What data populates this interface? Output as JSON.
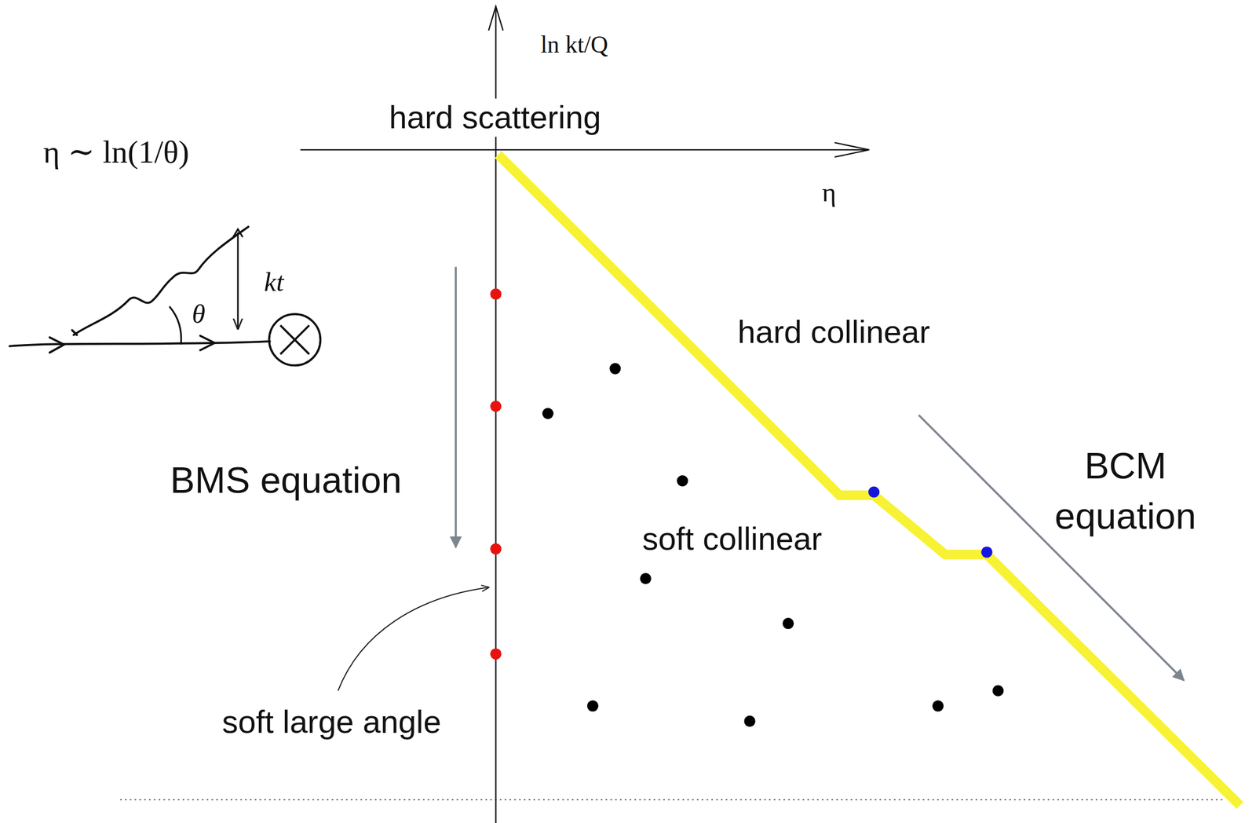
{
  "diagram": {
    "labels": [
      "ln kt/Q",
      "hard scattering",
      "η ∼ ln(1/θ)",
      "η",
      "θ",
      "kt",
      "hard collinear",
      "BMS equation",
      "soft collinear",
      "BCM equation",
      "soft large angle"
    ]
  }
}
